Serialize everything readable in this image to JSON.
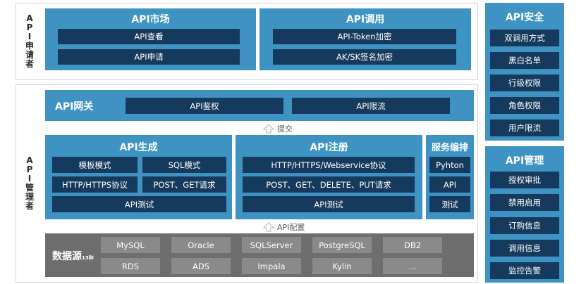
{
  "applicant": {
    "label": [
      "A",
      "P",
      "I",
      "申",
      "请",
      "者"
    ],
    "market": {
      "title": "API市场",
      "items": [
        "API查看",
        "API申请"
      ]
    },
    "invoke": {
      "title": "API调用",
      "items": [
        "API-Token加密",
        "AK/SK签名加密"
      ]
    }
  },
  "manager": {
    "label": [
      "A",
      "P",
      "I",
      "管",
      "理",
      "者"
    ],
    "gateway": {
      "title": "API网关",
      "items": [
        "API鉴权",
        "API限流"
      ]
    },
    "submit_label": "提交",
    "generate": {
      "title": "API生成",
      "items": [
        "模板模式",
        "SQL模式",
        "HTTP/HTTPS协议",
        "POST、GET请求",
        "API测试"
      ]
    },
    "register": {
      "title": "API注册",
      "items": [
        "HTTP/HTTPS/Webservice协议",
        "POST、GET、DELETE、PUT请求",
        "API测试"
      ]
    },
    "orchestration": {
      "title": "服务编排",
      "items": [
        "Pyhton",
        "API",
        "测试"
      ]
    },
    "config_label": "API配置",
    "datasource": {
      "title": "数据源",
      "count": "13种",
      "items": [
        "MySQL",
        "Oracle",
        "SQLServer",
        "PostgreSQL",
        "DB2",
        "RDS",
        "ADS",
        "Impala",
        "Kylin",
        "..."
      ]
    }
  },
  "security": {
    "title": "API安全",
    "items": [
      "双调用方式",
      "黑白名单",
      "行级权限",
      "角色权限",
      "用户限流"
    ]
  },
  "management": {
    "title": "API管理",
    "items": [
      "授权审批",
      "禁用启用",
      "订购信息",
      "调用信息",
      "监控告警"
    ]
  }
}
